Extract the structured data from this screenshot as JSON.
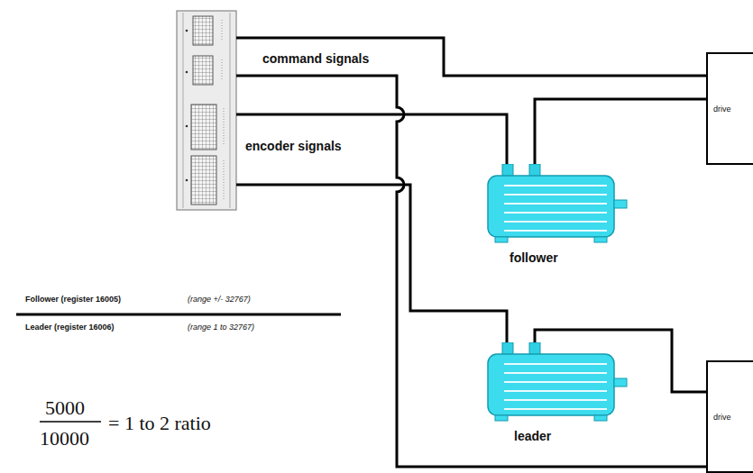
{
  "diagram": {
    "nodes": [
      {
        "text": [
          "follower"
        ]
      },
      {
        "text": [
          "drive"
        ]
      },
      {
        "text": [
          "leader"
        ]
      },
      {
        "text": [
          "drive"
        ]
      }
    ],
    "edges": [
      {
        "from": 0,
        "to": 1,
        "arrow": "none"
      },
      {
        "from": 2,
        "to": 3,
        "arrow": "none"
      }
    ],
    "labels": [
      "command signals",
      "encoder signals",
      "Follower (register 16005)",
      "(range +/- 32767)",
      "Leader (register 16006)",
      "(range 1 to 32767)",
      "5000",
      "10000",
      "= 1 to 2 ratio"
    ]
  }
}
